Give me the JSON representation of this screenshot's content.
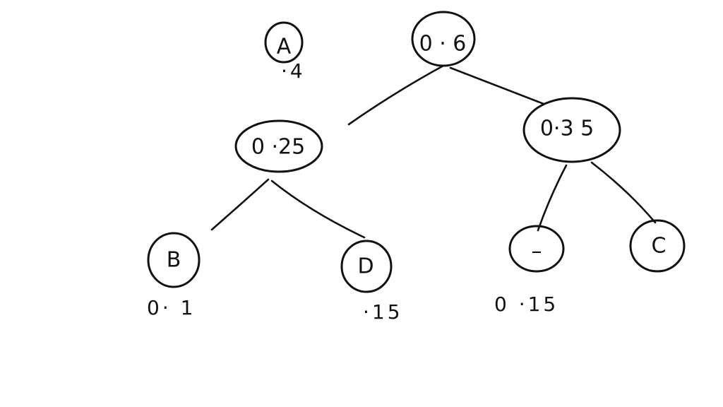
{
  "nodes": {
    "root": {
      "label": "0 · 6"
    },
    "a": {
      "label": "A",
      "weight": "·4"
    },
    "left_internal": {
      "label": "0 ·25"
    },
    "right_internal": {
      "label": "0·3 5"
    },
    "b": {
      "label": "B",
      "weight": "0· 1"
    },
    "d": {
      "label": "D",
      "weight": "·15"
    },
    "dash": {
      "label": "–",
      "weight": "0 ·15"
    },
    "c": {
      "label": "C"
    }
  },
  "colors": {
    "ink": "#111111",
    "background": "#ffffff"
  }
}
